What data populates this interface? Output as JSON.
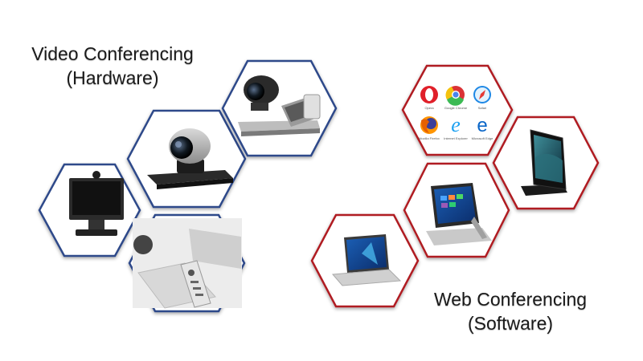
{
  "video": {
    "title_line1": "Video Conferencing",
    "title_line2": "(Hardware)",
    "border_color": "#2e4a8a"
  },
  "web": {
    "title_line1": "Web Conferencing",
    "title_line2": "(Software)",
    "border_color": "#b01c22"
  },
  "browser_icons": [
    {
      "icon": "opera-icon",
      "label": "Opera"
    },
    {
      "icon": "chrome-icon",
      "label": "Google Chrome"
    },
    {
      "icon": "safari-icon",
      "label": "Safari"
    },
    {
      "icon": "firefox-icon",
      "label": "Mozilla Firefox"
    },
    {
      "icon": "ie-icon",
      "label": "Internet Explorer"
    },
    {
      "icon": "edge-icon",
      "label": "Microsoft Edge"
    }
  ]
}
